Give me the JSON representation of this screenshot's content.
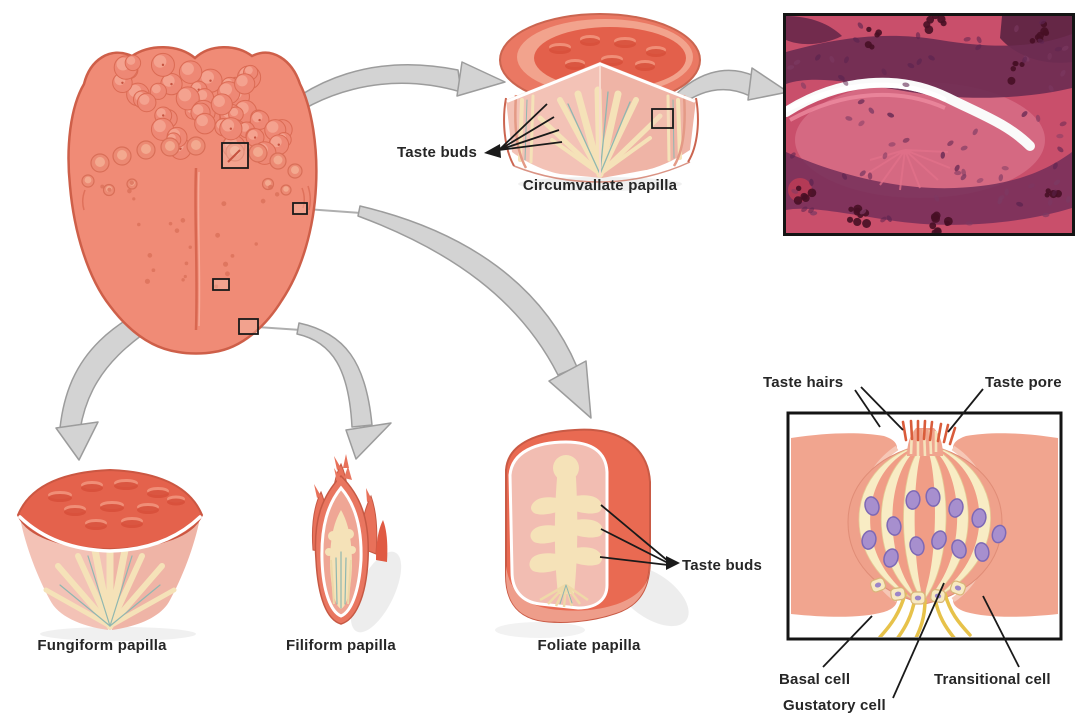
{
  "figure": {
    "title": "Tongue papillae and taste bud anatomy diagram",
    "labels": {
      "taste_buds_circumvallate": "Taste buds",
      "circumvallate_caption": "Circumvallate papilla",
      "fungiform_caption": "Fungiform papilla",
      "filiform_caption": "Filiform papilla",
      "foliate_caption": "Foliate papilla",
      "taste_buds_foliate": "Taste buds",
      "taste_hairs": "Taste hairs",
      "taste_pore": "Taste pore",
      "basal_cell": "Basal cell",
      "gustatory_cell": "Gustatory cell",
      "transitional_cell": "Transitional cell"
    },
    "colors": {
      "tongue": "#F08B76",
      "tongue_outline": "#CE5F49",
      "bump": "#EE8875",
      "bump_edge": "#DB6B54",
      "block_top": "#E4624C",
      "block_face_light": "#F3C2B6",
      "block_face": "#EFB4A6",
      "cream": "#F5E2B8",
      "teal": "#8FB7B0",
      "micro_base": "#C94F6B",
      "micro_dark": "#6E2D53",
      "micro_nucleus": "#5E2550",
      "micro_cluster": "#471025",
      "bud_cream": "#F8ECC4",
      "bud_salmon": "#F09D86",
      "nucleus_purple": "#A78FCE",
      "nucleus_edge": "#7D68B5",
      "nerve_yellow": "#E7C24A",
      "hair_red": "#D95C3B",
      "epithelium": "#F1A58F",
      "arrow_fill": "#D3D3D3",
      "arrow_edge": "#9C9C9C",
      "line": "#1A1A1A",
      "label_text": "#262626"
    }
  }
}
